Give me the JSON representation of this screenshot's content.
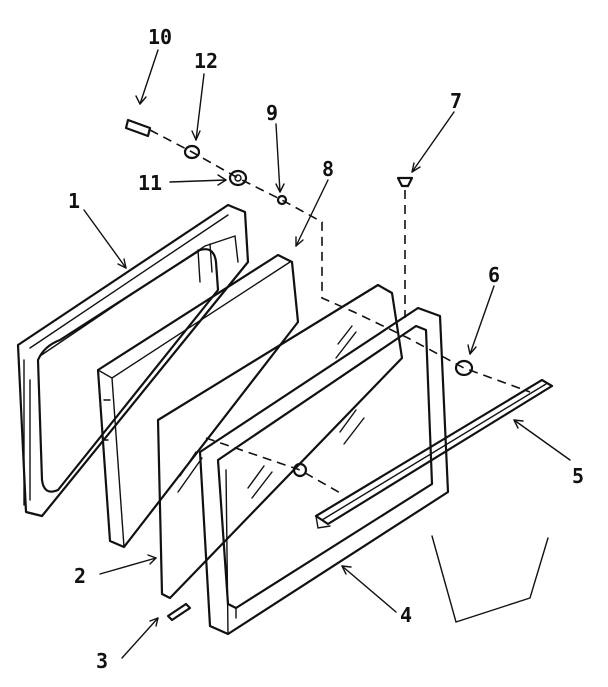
{
  "callouts": [
    {
      "id": "c1",
      "label": "1"
    },
    {
      "id": "c2",
      "label": "2"
    },
    {
      "id": "c3",
      "label": "3"
    },
    {
      "id": "c4",
      "label": "4"
    },
    {
      "id": "c5",
      "label": "5"
    },
    {
      "id": "c6",
      "label": "6"
    },
    {
      "id": "c7",
      "label": "7"
    },
    {
      "id": "c8",
      "label": "8"
    },
    {
      "id": "c9",
      "label": "9"
    },
    {
      "id": "c10",
      "label": "10"
    },
    {
      "id": "c11",
      "label": "11"
    },
    {
      "id": "c12",
      "label": "12"
    }
  ],
  "colors": {
    "ink": "#111111",
    "paper": "#ffffff"
  }
}
